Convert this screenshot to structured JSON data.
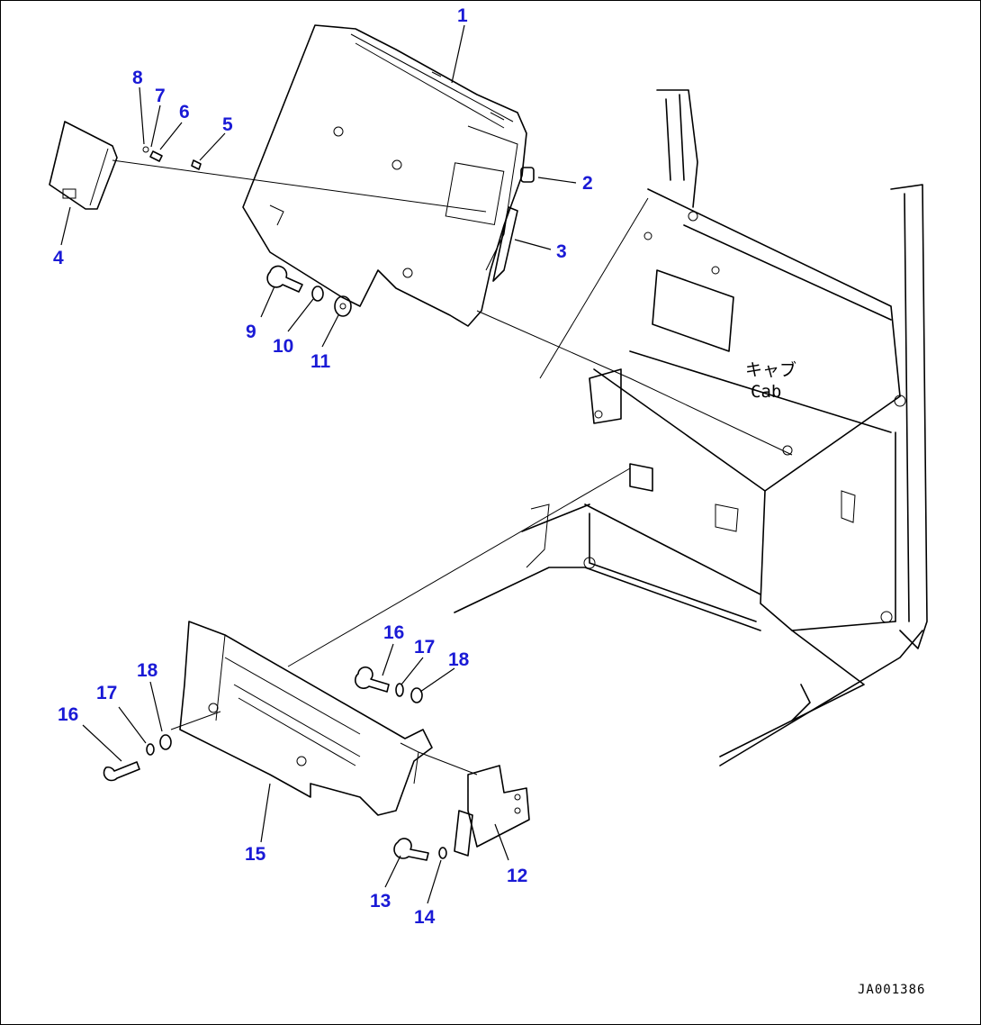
{
  "diagram": {
    "callouts": [
      {
        "id": "c1",
        "label": "1"
      },
      {
        "id": "c2",
        "label": "2"
      },
      {
        "id": "c3",
        "label": "3"
      },
      {
        "id": "c4",
        "label": "4"
      },
      {
        "id": "c5",
        "label": "5"
      },
      {
        "id": "c6",
        "label": "6"
      },
      {
        "id": "c7",
        "label": "7"
      },
      {
        "id": "c8",
        "label": "8"
      },
      {
        "id": "c9",
        "label": "9"
      },
      {
        "id": "c10",
        "label": "10"
      },
      {
        "id": "c11",
        "label": "11"
      },
      {
        "id": "c12",
        "label": "12"
      },
      {
        "id": "c13",
        "label": "13"
      },
      {
        "id": "c14",
        "label": "14"
      },
      {
        "id": "c15",
        "label": "15"
      },
      {
        "id": "c16a",
        "label": "16"
      },
      {
        "id": "c17a",
        "label": "17"
      },
      {
        "id": "c18a",
        "label": "18"
      },
      {
        "id": "c16b",
        "label": "16"
      },
      {
        "id": "c17b",
        "label": "17"
      },
      {
        "id": "c18b",
        "label": "18"
      }
    ],
    "cab_label_jp": "キャブ",
    "cab_label_en": "Cab",
    "document_id": "JA001386",
    "colors": {
      "callout": "#1a1ad6",
      "line": "#000000",
      "background": "#ffffff"
    }
  }
}
